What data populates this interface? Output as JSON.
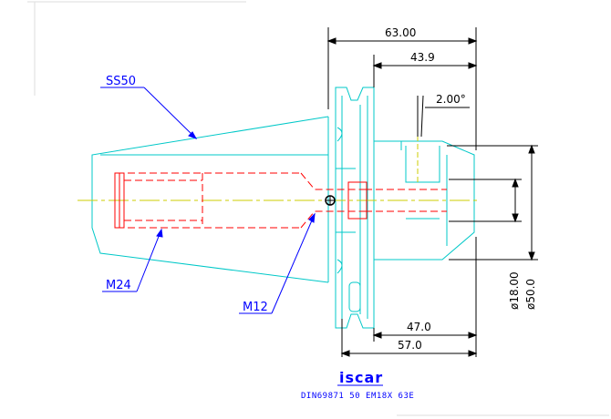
{
  "dimensions": {
    "total_length": "63.00",
    "flange_to_end": "43.9",
    "taper_angle": "2.00°",
    "bore_diameter": "ø18.00",
    "outer_diameter": "ø50.0",
    "length_47": "47.0",
    "length_57": "57.0"
  },
  "labels": {
    "taper": "SS50",
    "rear_thread": "M24",
    "front_thread": "M12"
  },
  "brand": {
    "logo": "iscar",
    "designation": "DIN69871 50 EM18X 63E"
  },
  "colors": {
    "outline": "#00c8c8",
    "hidden": "#ff0000",
    "center": "#cccc00",
    "dimension": "#000000",
    "annotation": "#0000ff"
  }
}
